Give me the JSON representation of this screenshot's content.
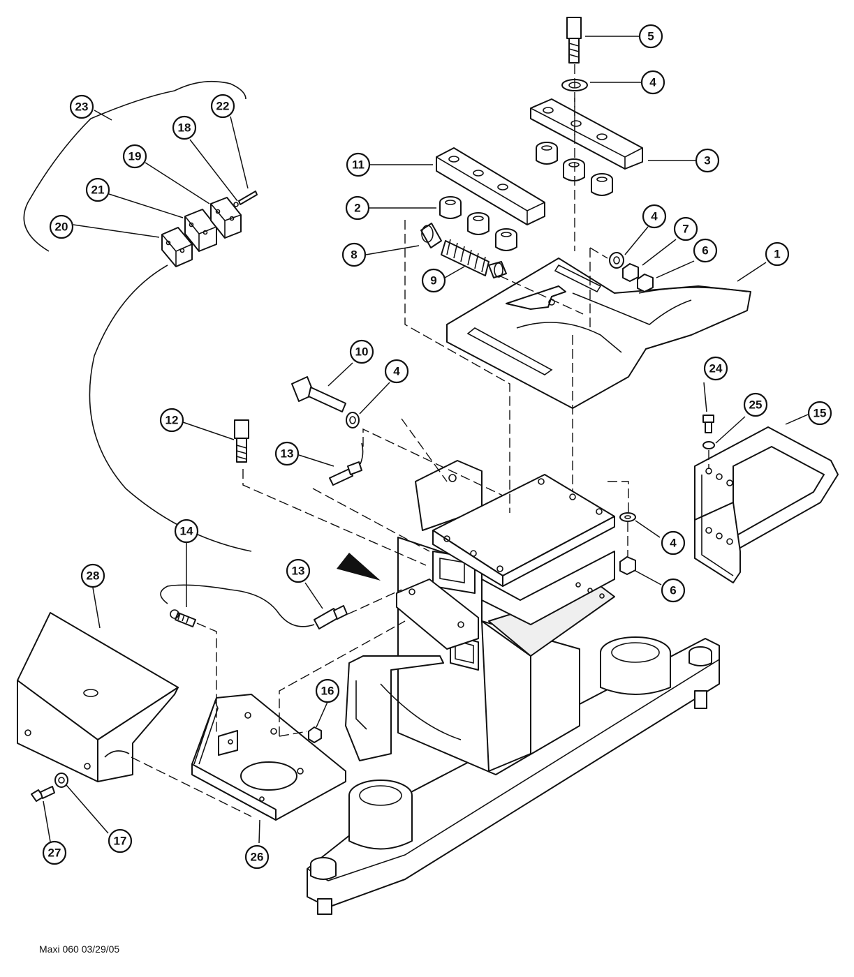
{
  "caption": "Maxi 060 03/29/05",
  "callouts": [
    "1",
    "2",
    "3",
    "4",
    "5",
    "6",
    "7",
    "8",
    "9",
    "10",
    "11",
    "12",
    "13",
    "14",
    "15",
    "16",
    "17",
    "18",
    "19",
    "20",
    "21",
    "22",
    "23",
    "24",
    "25",
    "26",
    "27",
    "28"
  ],
  "colors": {
    "line": "#111111",
    "background": "#ffffff"
  }
}
